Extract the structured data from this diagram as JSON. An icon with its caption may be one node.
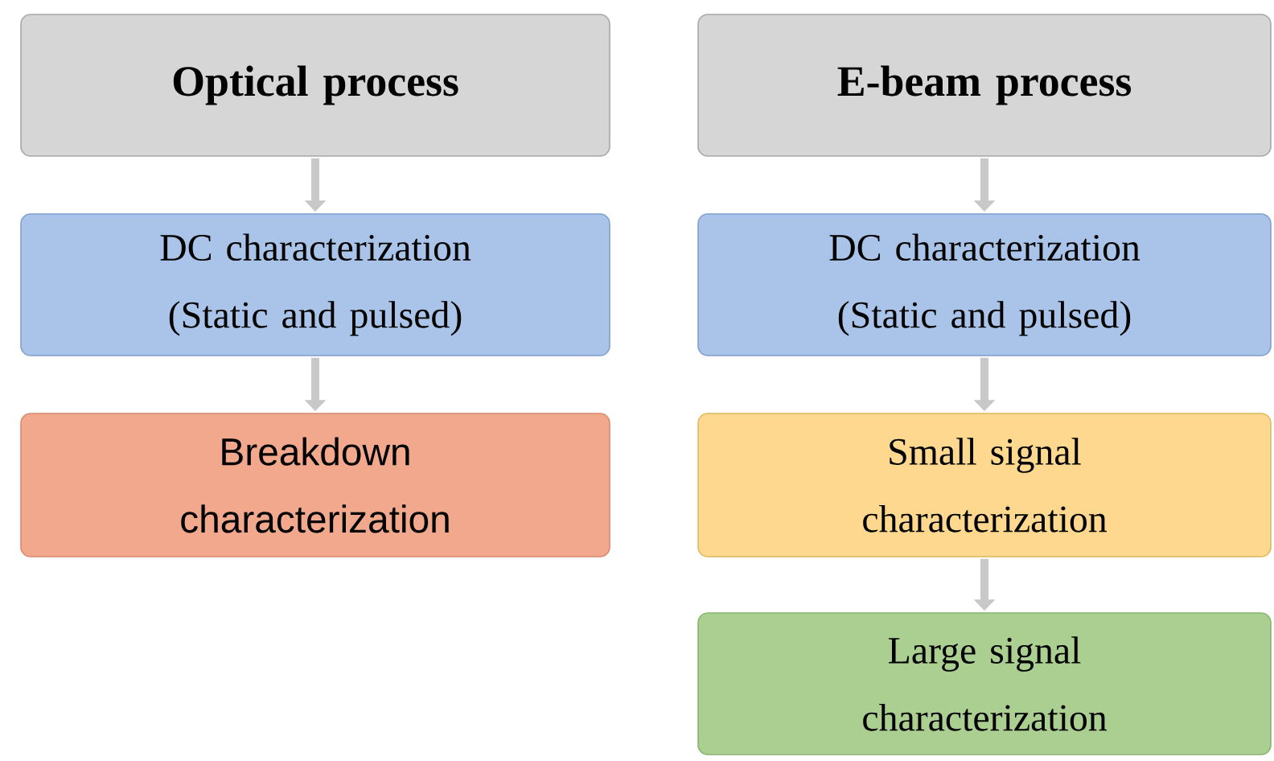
{
  "diagram": {
    "nodes": [
      {
        "text": [
          "Optical process"
        ]
      },
      {
        "text": [
          "DC characterization (Static and pulsed)"
        ]
      },
      {
        "text": [
          "Breakdown characterization"
        ]
      },
      {
        "text": [
          "E-beam process"
        ]
      },
      {
        "text": [
          "DC characterization (Static and pulsed)"
        ]
      },
      {
        "text": [
          "Small signal characterization"
        ]
      },
      {
        "text": [
          "Large signal characterization"
        ]
      }
    ],
    "edges": [
      {
        "from": 0,
        "to": 1,
        "arrow": "to"
      },
      {
        "from": 1,
        "to": 2,
        "arrow": "to"
      },
      {
        "from": 3,
        "to": 4,
        "arrow": "to"
      },
      {
        "from": 4,
        "to": 5,
        "arrow": "to"
      },
      {
        "from": 5,
        "to": 6,
        "arrow": "to"
      }
    ]
  }
}
